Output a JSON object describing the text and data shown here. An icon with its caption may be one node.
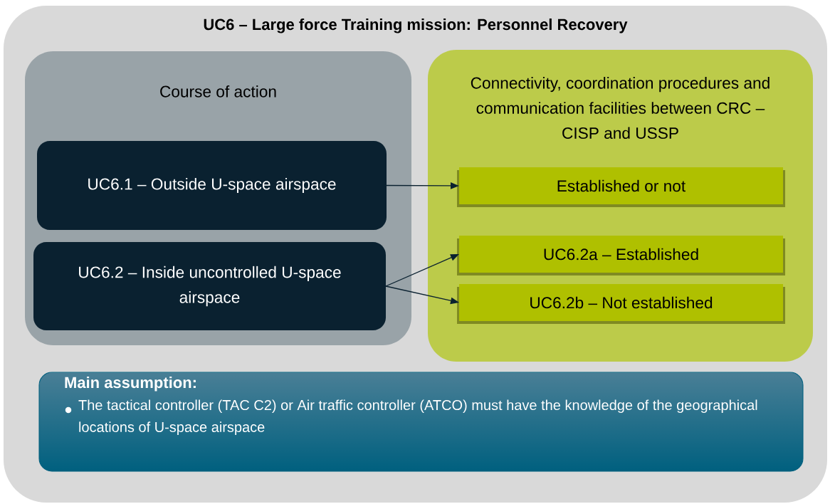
{
  "diagram": {
    "nodes": [
      {
        "text": [
          "UC6 – Large force Training mission: Personnel Recovery"
        ]
      },
      {
        "text": [
          "Course of action"
        ],
        "in": 0
      },
      {
        "text": [
          "UC6.1 – Outside U-space airspace"
        ],
        "in": 1
      },
      {
        "text": [
          "UC6.2 – Inside uncontrolled U-space airspace"
        ],
        "in": 1
      },
      {
        "text": [
          "Connectivity, coordination procedures and communication facilities between CRC – CISP and USSP"
        ],
        "in": 0
      },
      {
        "text": [
          "Established or not"
        ],
        "in": 4
      },
      {
        "text": [
          "UC6.2a – Established"
        ],
        "in": 4
      },
      {
        "text": [
          "UC6.2b – Not established"
        ],
        "in": 4
      },
      {
        "text": [
          "Main assumption:",
          "The tactical controller (TAC C2) or Air traffic controller (ATCO) must have the knowledge of the geographical locations of U-space airspace"
        ],
        "in": 0
      }
    ],
    "edges": [
      {
        "from": 2,
        "to": 5,
        "arrow": "to"
      },
      {
        "from": 3,
        "to": 6,
        "arrow": "to"
      },
      {
        "from": 3,
        "to": 7,
        "arrow": "to"
      }
    ]
  }
}
